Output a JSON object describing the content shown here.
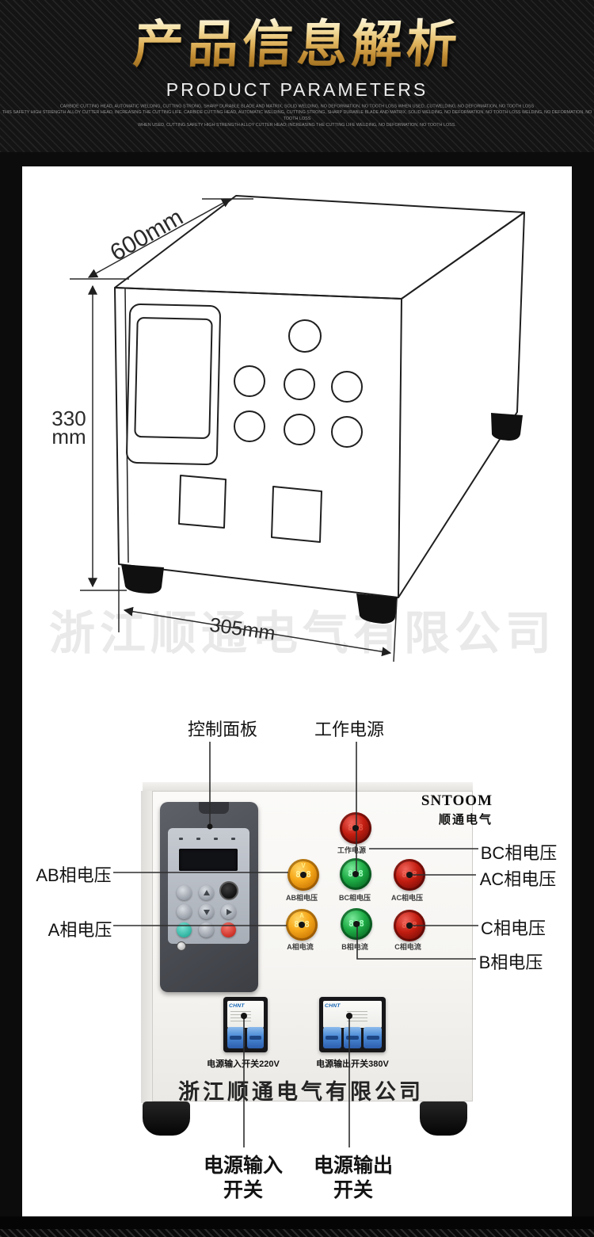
{
  "header": {
    "title": "产品信息解析",
    "subtitle": "PRODUCT PARAMETERS",
    "fine_print": [
      "CARBIDE CUTTING HEAD, AUTOMATIC WELDING, CUTTING STRONG, SHARP DURABLE BLADE AND MATRIX, SOLID WELDING, NO DEFORMATION, NO TOOTH LOSS WHEN USED, CUTWELDING, NO DEFORMATION, NO TOOTH LOSS",
      "THIS SAFETY HIGH STRENGTH ALLOY CUTTER HEAD, INCREASING THE CUTTING LIFE. CARBIDE CUTTING HEAD, AUTOMATIC WELDING, CUTTING STRONG, SHARP DURABLE BLADE AND MATRIX, SOLID WELDING, NO DEFORMATION, NO TOOTH LOSS WELDING, NO DEFORMATION, NO TOOTH LOSS",
      "WHEN USED, CUTTING SAFETY HIGH STRENGTH ALLOY CUTTER HEAD; INCREASING THE CUTTING LIFE WELDING, NO DEFORMATION, NO TOOTH LOSS."
    ]
  },
  "diagram": {
    "width_label": "600mm",
    "height_value": "330",
    "height_unit": "mm",
    "depth_label": "305mm",
    "watermark": "浙江顺通电气有限公司"
  },
  "callouts": {
    "control_panel": "控制面板",
    "working_power": "工作电源",
    "ab_voltage": "AB相电压",
    "a_voltage": "A相电压",
    "bc_voltage": "BC相电压",
    "ac_voltage": "AC相电压",
    "c_voltage": "C相电压",
    "b_voltage": "B相电压",
    "input_switch_line1": "电源输入",
    "input_switch_line2": "开关",
    "output_switch_line1": "电源输出",
    "output_switch_line2": "开关"
  },
  "panel": {
    "brand": "SNTOOM",
    "brand_cn": "顺通电气",
    "company": "浙江顺通电气有限公司",
    "working_light": {
      "label": "工作电源",
      "value": "888"
    },
    "lights_row1": [
      {
        "label": "AB相电压",
        "value": "838",
        "unit": "V",
        "color": "amber"
      },
      {
        "label": "BC相电压",
        "value": "808",
        "unit": "",
        "color": "green"
      },
      {
        "label": "AC相电压",
        "value": "888",
        "unit": "",
        "color": "red"
      }
    ],
    "lights_row2": [
      {
        "label": "A相电流",
        "value": "878",
        "unit": "A",
        "color": "amber"
      },
      {
        "label": "B相电流",
        "value": "808",
        "unit": "",
        "color": "green"
      },
      {
        "label": "C相电流",
        "value": "888",
        "unit": "",
        "color": "red"
      }
    ],
    "breaker_left": {
      "brand": "CHNT",
      "label": "电源输入开关220V"
    },
    "breaker_right": {
      "brand": "CHNT",
      "label": "电源输出开关380V"
    }
  },
  "colors": {
    "gold_accent": "#d8ab55",
    "red_light": "#c21d10",
    "green_light": "#1fae47",
    "amber_light": "#f7a91b",
    "breaker_blue": "#4a8ad6",
    "chnt_blue": "#1464b4",
    "background": "#0c0c0c",
    "card": "#ffffff"
  }
}
